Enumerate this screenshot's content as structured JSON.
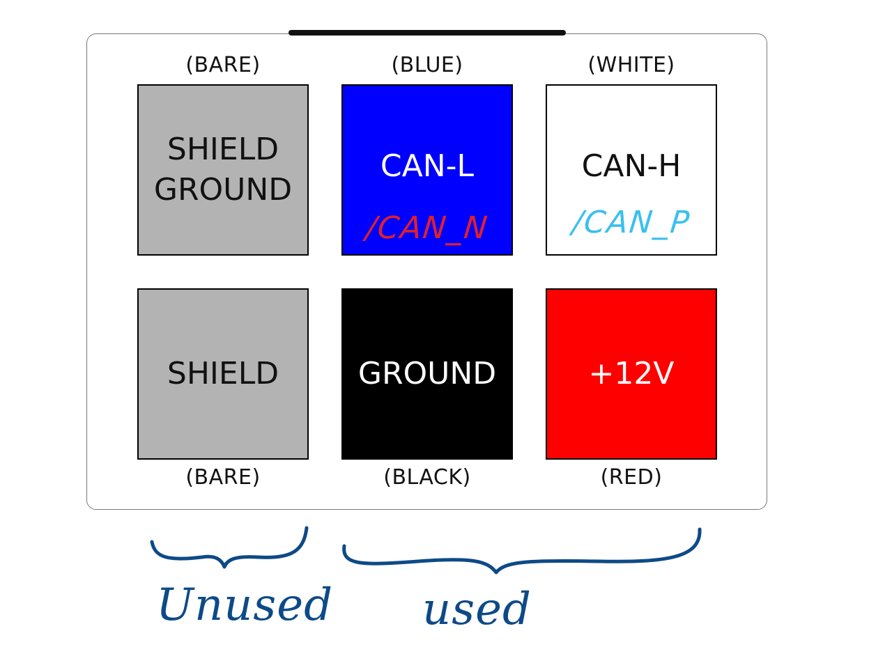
{
  "pins": [
    {
      "id": "shield-ground",
      "wire_color_label": "(BARE)",
      "name_lines": [
        "SHIELD",
        "GROUND"
      ],
      "fill": "#b3b3b3",
      "text_color": "#111111"
    },
    {
      "id": "can-l",
      "wire_color_label": "(BLUE)",
      "name_lines": [
        "CAN-L"
      ],
      "alias": "/CAN_N",
      "alias_color": "#e0202a",
      "fill": "#0000ff",
      "text_color": "#ffffff"
    },
    {
      "id": "can-h",
      "wire_color_label": "(WHITE)",
      "name_lines": [
        "CAN-H"
      ],
      "alias": "/CAN_P",
      "alias_color": "#39c0ef",
      "fill": "#ffffff",
      "text_color": "#111111"
    },
    {
      "id": "shield",
      "wire_color_label": "(BARE)",
      "name_lines": [
        "SHIELD"
      ],
      "fill": "#b3b3b3",
      "text_color": "#111111"
    },
    {
      "id": "ground",
      "wire_color_label": "(BLACK)",
      "name_lines": [
        "GROUND"
      ],
      "fill": "#000000",
      "text_color": "#ffffff"
    },
    {
      "id": "plus-12v",
      "wire_color_label": "(RED)",
      "name_lines": [
        "+12V"
      ],
      "fill": "#ff0000",
      "text_color": "#ffffff"
    }
  ],
  "annotations": {
    "unused_label": "Unused",
    "used_label": "used",
    "ink_color": "#0d4a87"
  }
}
